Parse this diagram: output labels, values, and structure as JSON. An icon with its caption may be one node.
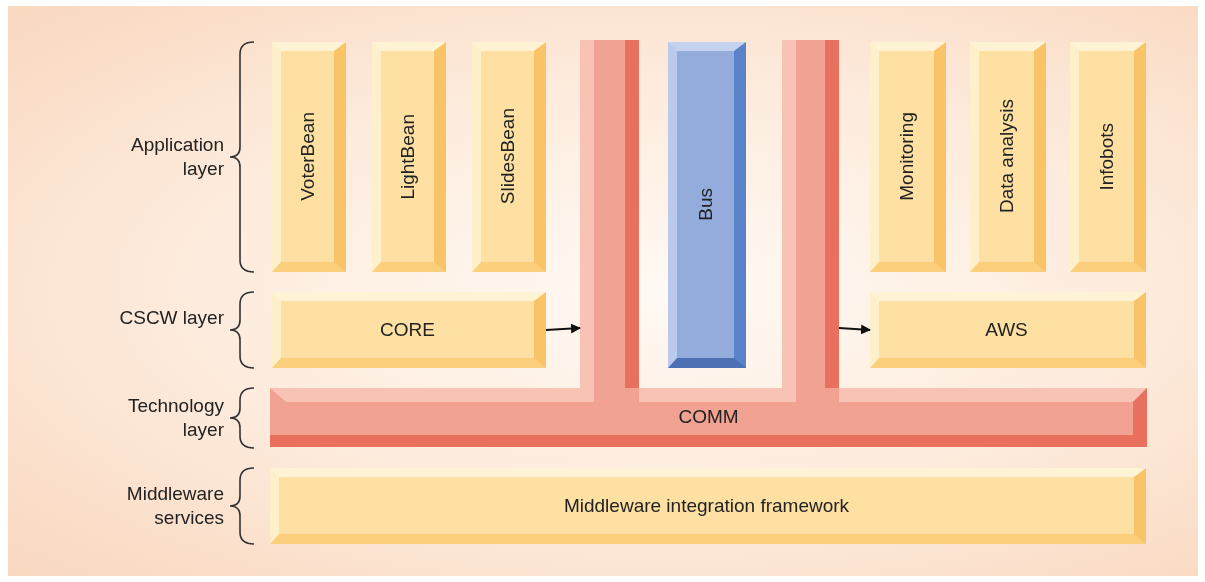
{
  "diagram": {
    "nodes": [
      {
        "text": [
          "VoterBean"
        ]
      },
      {
        "text": [
          "LightBean"
        ]
      },
      {
        "text": [
          "SlidesBean"
        ]
      },
      {
        "text": [
          "Bus"
        ]
      },
      {
        "text": [
          "Monitoring"
        ]
      },
      {
        "text": [
          "Data analysis"
        ]
      },
      {
        "text": [
          "Infobots"
        ]
      },
      {
        "text": [
          "CORE"
        ]
      },
      {
        "text": [
          "AWS"
        ]
      },
      {
        "text": [
          "COMM"
        ]
      },
      {
        "text": [
          "Middleware integration framework"
        ]
      }
    ],
    "edges": [
      {
        "from": 7,
        "to": 9,
        "arrow": "to"
      },
      {
        "from": 9,
        "to": 8,
        "arrow": "to"
      }
    ],
    "labels": [
      "Application layer",
      "CSCW layer",
      "Technology layer",
      "Middleware services"
    ]
  }
}
